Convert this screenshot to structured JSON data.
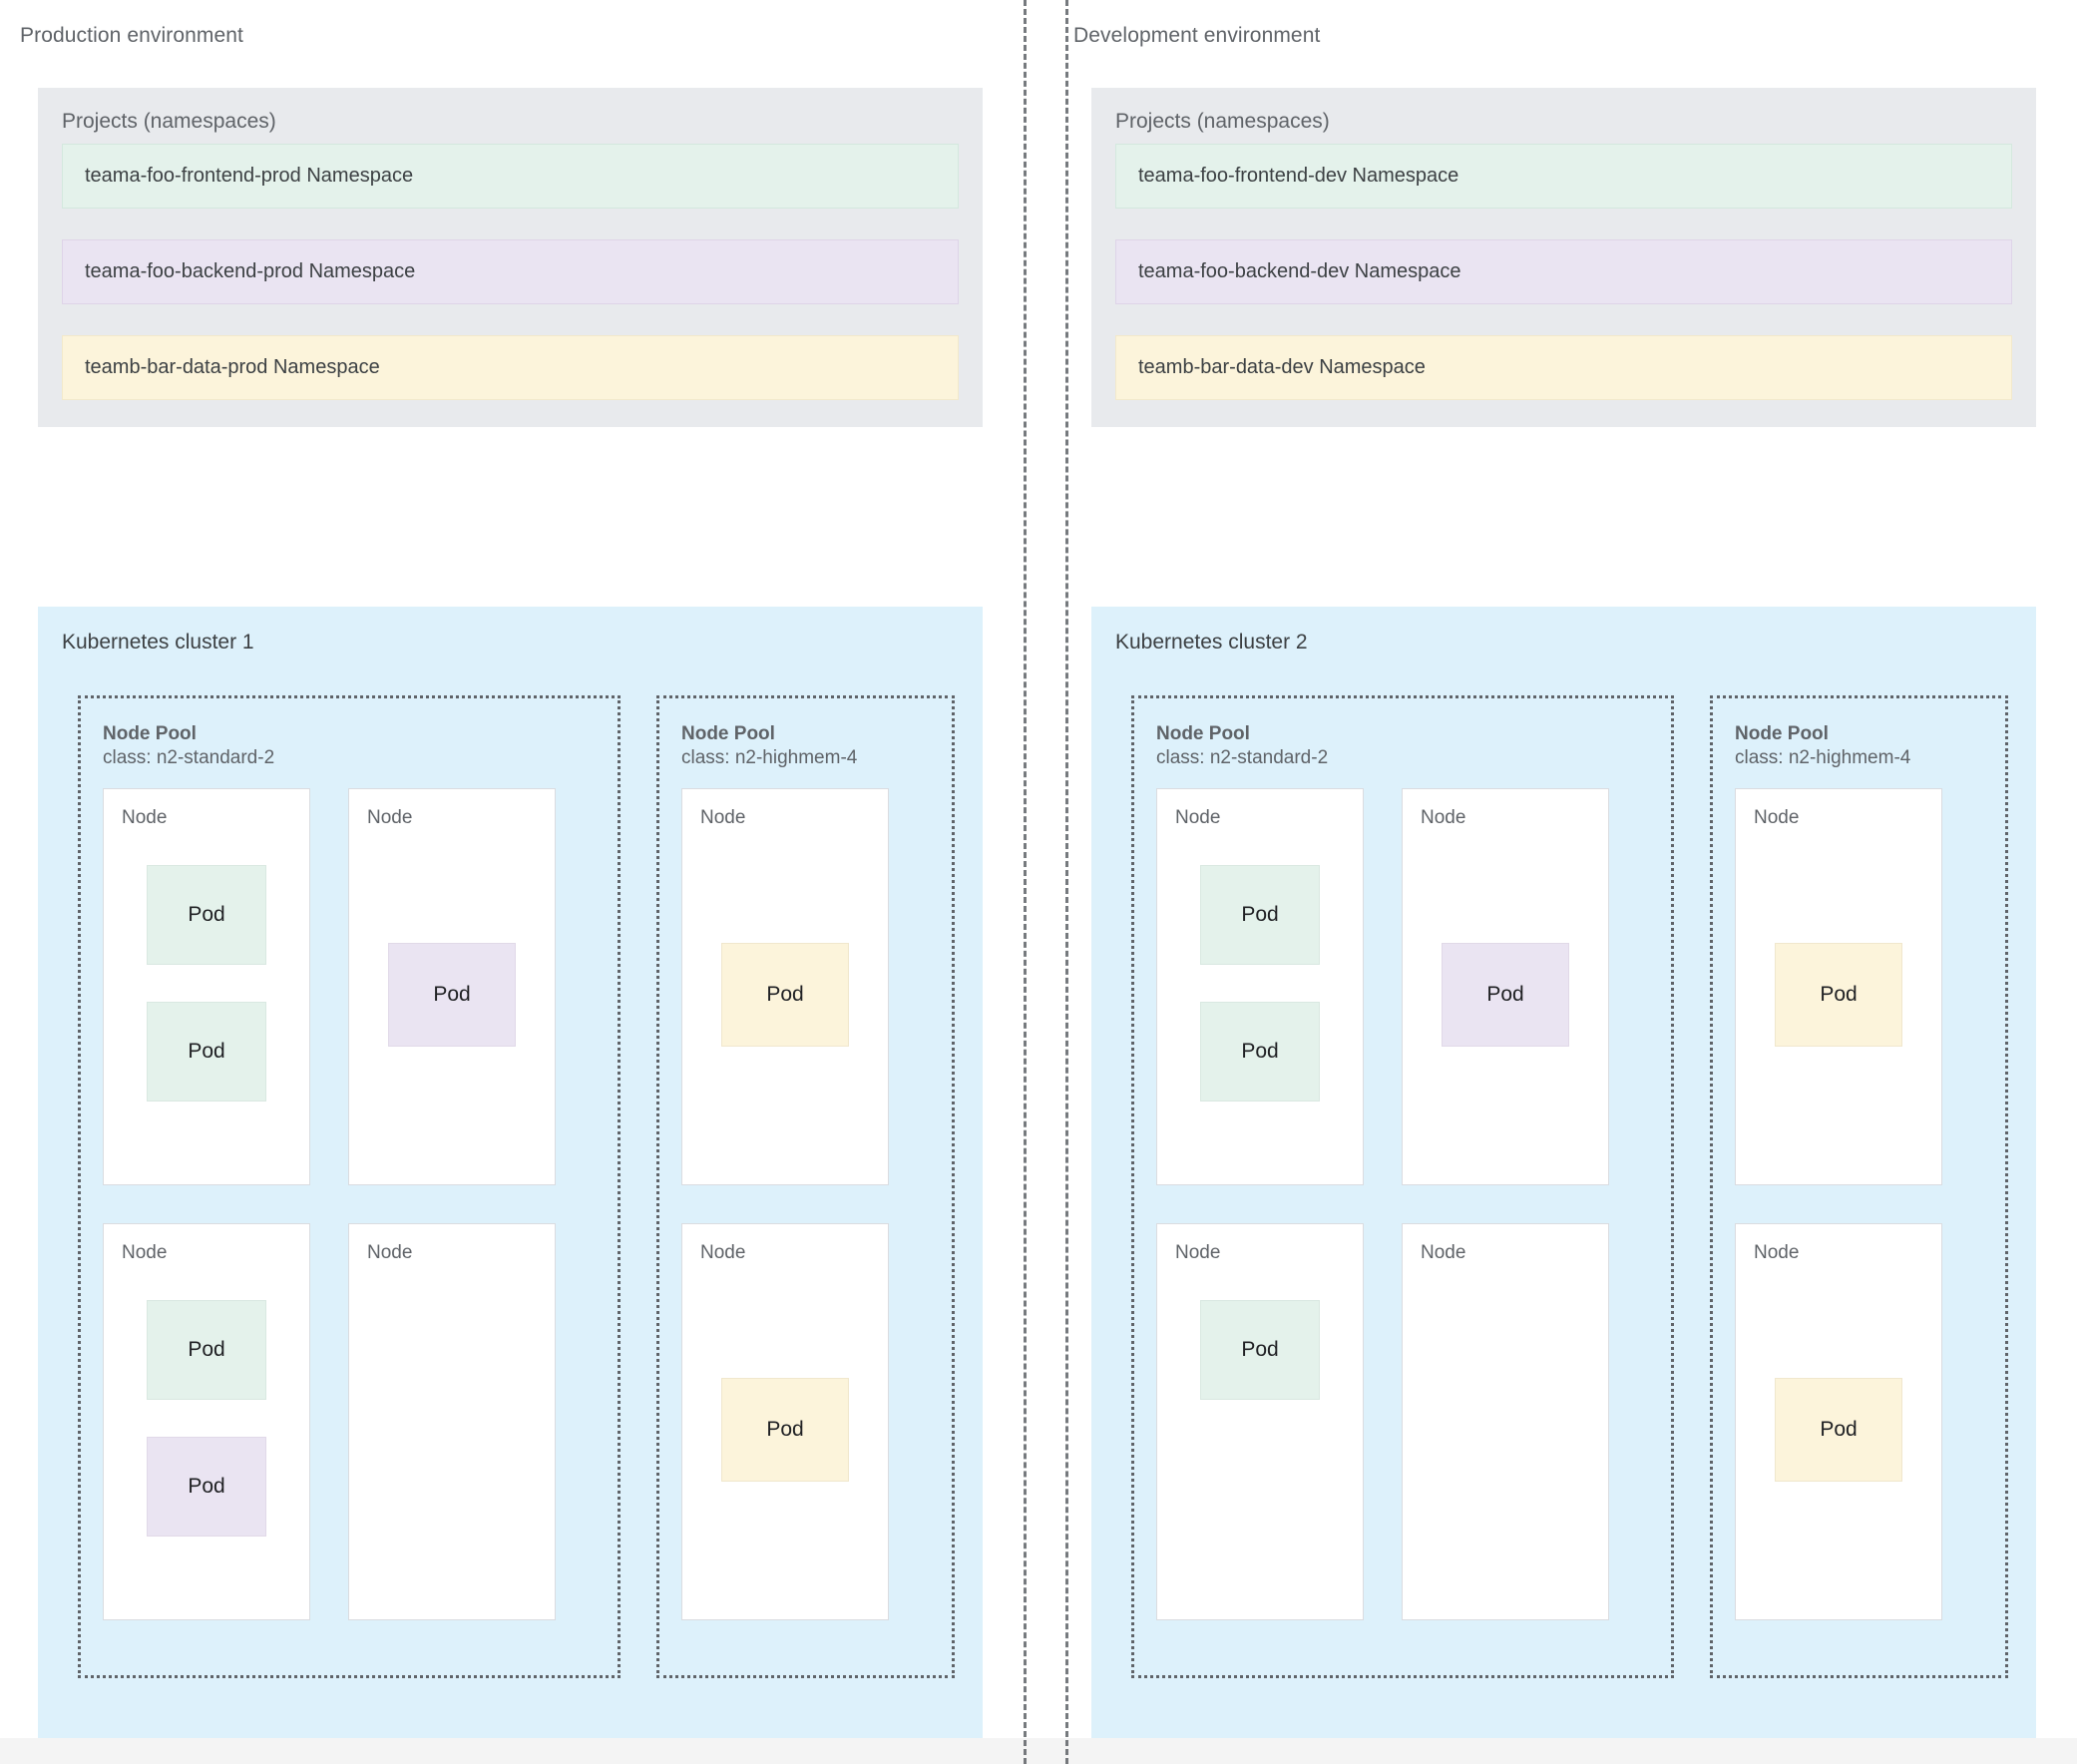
{
  "environments": [
    {
      "title": "Production environment",
      "projects": {
        "title": "Projects (namespaces)",
        "namespaces": [
          {
            "label": "teama-foo-frontend-prod Namespace",
            "color": "green"
          },
          {
            "label": "teama-foo-backend-prod Namespace",
            "color": "purple"
          },
          {
            "label": "teamb-bar-data-prod Namespace",
            "color": "yellow"
          }
        ]
      },
      "cluster": {
        "title": "Kubernetes cluster 1",
        "pools": [
          {
            "name": "Node Pool",
            "class": "class: n2-standard-2",
            "nodes": [
              {
                "label": "Node",
                "pods": [
                  {
                    "label": "Pod",
                    "color": "green"
                  },
                  {
                    "label": "Pod",
                    "color": "green"
                  }
                ]
              },
              {
                "label": "Node",
                "pods": [
                  {
                    "label": "Pod",
                    "color": "purple"
                  }
                ]
              },
              {
                "label": "Node",
                "pods": [
                  {
                    "label": "Pod",
                    "color": "green"
                  },
                  {
                    "label": "Pod",
                    "color": "purple"
                  }
                ]
              },
              {
                "label": "Node",
                "pods": []
              }
            ]
          },
          {
            "name": "Node Pool",
            "class": "class: n2-highmem-4",
            "nodes": [
              {
                "label": "Node",
                "pods": [
                  {
                    "label": "Pod",
                    "color": "yellow"
                  }
                ]
              },
              {
                "label": "Node",
                "pods": [
                  {
                    "label": "Pod",
                    "color": "yellow"
                  }
                ]
              }
            ]
          }
        ]
      }
    },
    {
      "title": "Development environment",
      "projects": {
        "title": "Projects (namespaces)",
        "namespaces": [
          {
            "label": "teama-foo-frontend-dev Namespace",
            "color": "green"
          },
          {
            "label": "teama-foo-backend-dev Namespace",
            "color": "purple"
          },
          {
            "label": "teamb-bar-data-dev Namespace",
            "color": "yellow"
          }
        ]
      },
      "cluster": {
        "title": "Kubernetes cluster 2",
        "pools": [
          {
            "name": "Node Pool",
            "class": "class: n2-standard-2",
            "nodes": [
              {
                "label": "Node",
                "pods": [
                  {
                    "label": "Pod",
                    "color": "green"
                  },
                  {
                    "label": "Pod",
                    "color": "green"
                  }
                ]
              },
              {
                "label": "Node",
                "pods": [
                  {
                    "label": "Pod",
                    "color": "purple"
                  }
                ]
              },
              {
                "label": "Node",
                "pods": [
                  {
                    "label": "Pod",
                    "color": "green"
                  }
                ]
              },
              {
                "label": "Node",
                "pods": []
              }
            ]
          },
          {
            "name": "Node Pool",
            "class": "class: n2-highmem-4",
            "nodes": [
              {
                "label": "Node",
                "pods": [
                  {
                    "label": "Pod",
                    "color": "yellow"
                  }
                ]
              },
              {
                "label": "Node",
                "pods": [
                  {
                    "label": "Pod",
                    "color": "yellow"
                  }
                ]
              }
            ]
          }
        ]
      }
    }
  ],
  "colors": {
    "green": "#e4f2eb",
    "purple": "#eae4f2",
    "yellow": "#fcf4db",
    "cluster_bg": "#ddf1fb",
    "projects_bg": "#e8eaed",
    "text": "#5f6368",
    "divider": "#5f6368"
  }
}
